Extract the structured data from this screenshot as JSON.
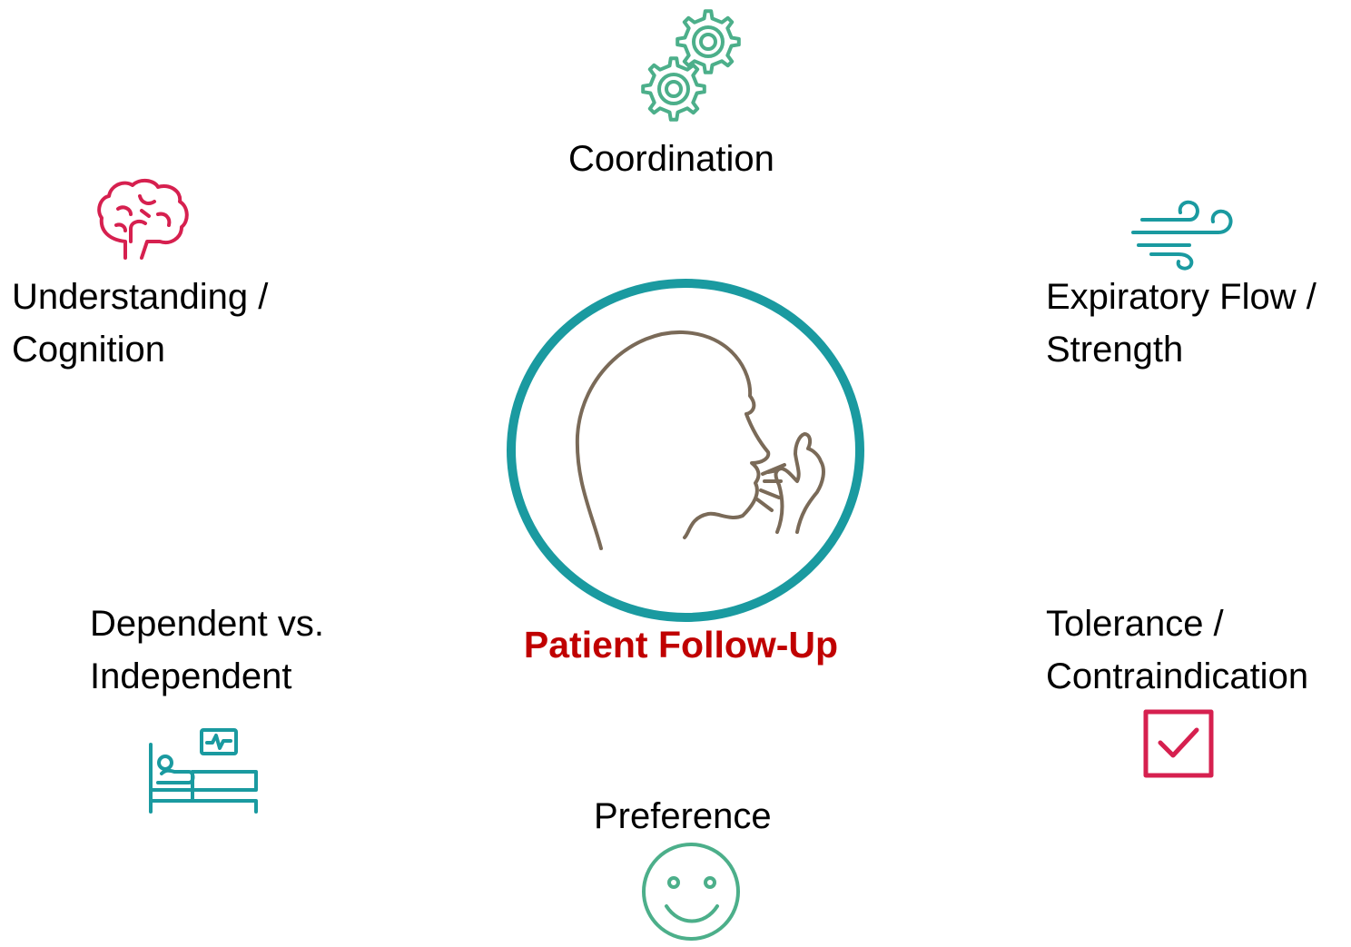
{
  "center": {
    "title": "Patient Follow-Up",
    "title_color": "#c00000",
    "ring_color": "#1a9aa0",
    "figure_color": "#7a6a58",
    "icon": "person-coughing-icon"
  },
  "factors": {
    "coordination": {
      "label": "Coordination",
      "icon": "gears-icon",
      "color": "#4caf8a"
    },
    "understanding": {
      "line1": "Understanding /",
      "line2": "Cognition",
      "icon": "brain-icon",
      "color": "#d6204f"
    },
    "expiratory": {
      "line1": "Expiratory Flow /",
      "line2": "Strength",
      "icon": "wind-icon",
      "color": "#1a9aa0"
    },
    "dependent": {
      "line1": "Dependent vs.",
      "line2": "Independent",
      "icon": "hospital-bed-icon",
      "color": "#1a9aa0"
    },
    "tolerance": {
      "line1": "Tolerance /",
      "line2": "Contraindication",
      "icon": "checkbox-icon",
      "color": "#d6204f"
    },
    "preference": {
      "label": "Preference",
      "icon": "smiley-icon",
      "color": "#4caf8a"
    }
  }
}
